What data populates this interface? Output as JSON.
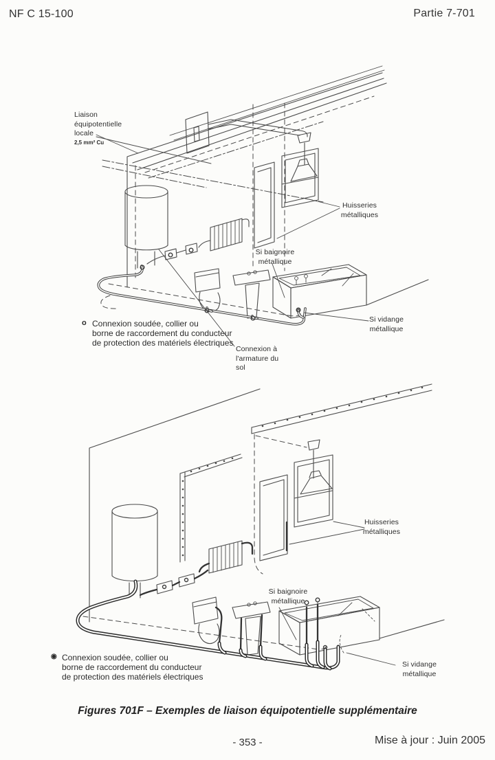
{
  "page": {
    "standard_ref": "NF C 15-100",
    "part_ref": "Partie 7-701",
    "caption": "Figures 701F – Exemples de liaison équipotentielle supplémentaire",
    "page_number": "- 353 -",
    "revision_note": "Mise à jour : Juin 2005"
  },
  "figure_top": {
    "labels": {
      "liaison": "Liaison\néquipotentielle\nlocale",
      "liaison_spec": "2,5 mm² Cu",
      "huisseries": "Huisseries\nmétalliques",
      "baignoire": "Si baignoire\nmétallique",
      "vidange": "Si vidange\nmétallique",
      "armature": "Connexion à\nl'armature du\nsol",
      "legend_bullet": "o",
      "legend": "Connexion soudée, collier ou\nborne de raccordement du conducteur\nde protection des matériels électriques"
    }
  },
  "figure_bottom": {
    "labels": {
      "huisseries": "Huisseries\nmétalliques",
      "baignoire": "Si baignoire\nmétallique",
      "vidange": "Si vidange\nmétallique",
      "legend_bullet": "◉",
      "legend": "Connexion soudée, collier ou\nborne de raccordement du conducteur\nde protection des matériels électriques"
    }
  },
  "colors": {
    "paper": "#fcfcfa",
    "ink": "#2e2e2e",
    "line": "#4a4a4a"
  }
}
